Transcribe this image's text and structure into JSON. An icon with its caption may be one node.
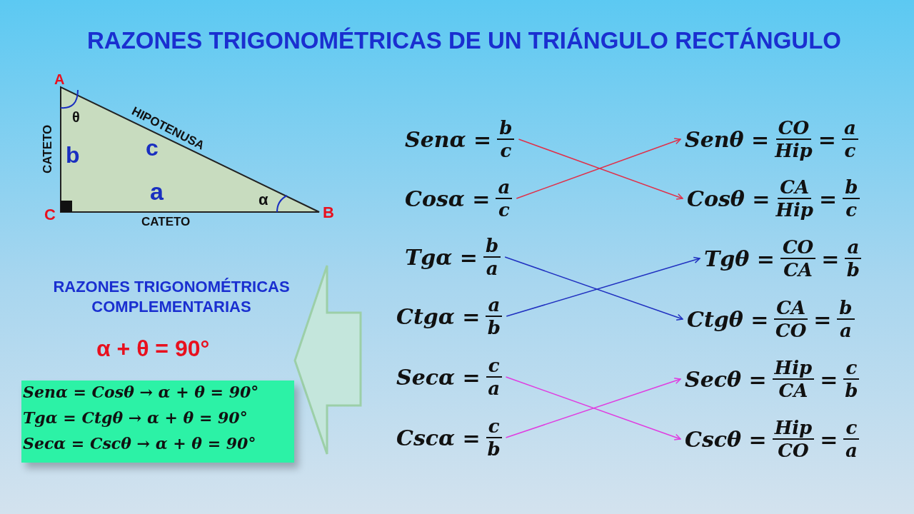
{
  "diagram": {
    "title": "RAZONES TRIGONOMÉTRICAS DE UN TRIÁNGULO RECTÁNGULO",
    "nodes": [
      {
        "text": [
          "θ",
          "b",
          "c",
          "a",
          "α"
        ]
      },
      {
        "text": [
          "Senα =",
          "b",
          "c"
        ]
      },
      {
        "text": [
          "Cosα =",
          "a",
          "c"
        ]
      },
      {
        "text": [
          "Tgα =",
          "b",
          "a"
        ]
      },
      {
        "text": [
          "Ctgα =",
          "a",
          "b"
        ]
      },
      {
        "text": [
          "Secα =",
          "c",
          "a"
        ]
      },
      {
        "text": [
          "Cscα =",
          "c",
          "b"
        ]
      },
      {
        "text": [
          "Senθ =",
          "CO",
          "Hip",
          "=",
          "a",
          "c"
        ]
      },
      {
        "text": [
          "Cosθ =",
          "CA",
          "Hip",
          "=",
          "b",
          "c"
        ]
      },
      {
        "text": [
          "Tgθ =",
          "CO",
          "CA",
          "=",
          "a",
          "b"
        ]
      },
      {
        "text": [
          "Ctgθ =",
          "CA",
          "CO",
          "=",
          "b",
          "a"
        ]
      },
      {
        "text": [
          "Secθ =",
          "Hip",
          "CA",
          "=",
          "c",
          "b"
        ]
      },
      {
        "text": [
          "Cscθ =",
          "Hip",
          "CO",
          "=",
          "c",
          "a"
        ]
      },
      {
        "text": [
          "Senα = Cosθ → α + θ = 90°",
          "Tgα = Ctgθ → α + θ = 90°",
          "Secα = Cscθ → α + θ = 90°"
        ]
      }
    ],
    "edges": [
      {
        "from": 1,
        "to": 8,
        "arrow": "to",
        "color": "#e0304a"
      },
      {
        "from": 2,
        "to": 7,
        "arrow": "to",
        "color": "#e0304a"
      },
      {
        "from": 3,
        "to": 10,
        "arrow": "to",
        "color": "#2030c0"
      },
      {
        "from": 4,
        "to": 9,
        "arrow": "to",
        "color": "#2030c0"
      },
      {
        "from": 5,
        "to": 12,
        "arrow": "to",
        "color": "#e03ce0"
      },
      {
        "from": 6,
        "to": 11,
        "arrow": "to",
        "color": "#e03ce0"
      }
    ],
    "labels": [
      "A",
      "HIPOTENUSA",
      "CATETO",
      "C",
      "CATETO",
      "B",
      "RAZONES TRIGONOMÉTRICAS COMPLEMENTARIAS",
      "α + θ = 90°"
    ]
  }
}
